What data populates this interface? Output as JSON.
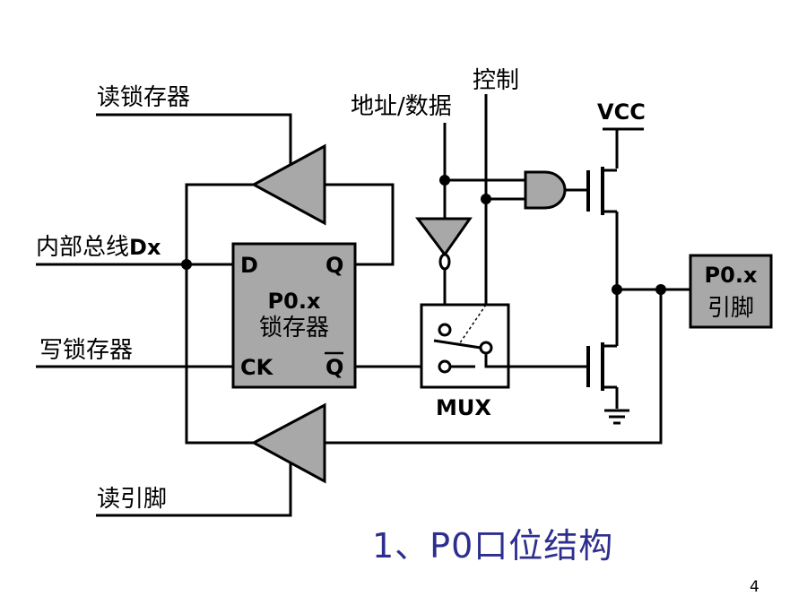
{
  "labels": {
    "read_latch": "读锁存器",
    "internal_bus": "内部总线",
    "internal_bus_suffix": "Dx",
    "write_latch": "写锁存器",
    "read_pin": "读引脚",
    "addr_data": "地址/数据",
    "control": "控制",
    "vcc": "VCC",
    "mux": "MUX"
  },
  "latch": {
    "d": "D",
    "q": "Q",
    "ck": "CK",
    "qbar": "Q",
    "name": "P0.x",
    "subtitle": "锁存器"
  },
  "pin": {
    "name": "P0.x",
    "subtitle": "引脚"
  },
  "caption": "1、P0口位结构",
  "page_number": "4",
  "colors": {
    "component_fill": "#a8a8a8",
    "caption": "#2e2e8f",
    "line": "#000000"
  }
}
